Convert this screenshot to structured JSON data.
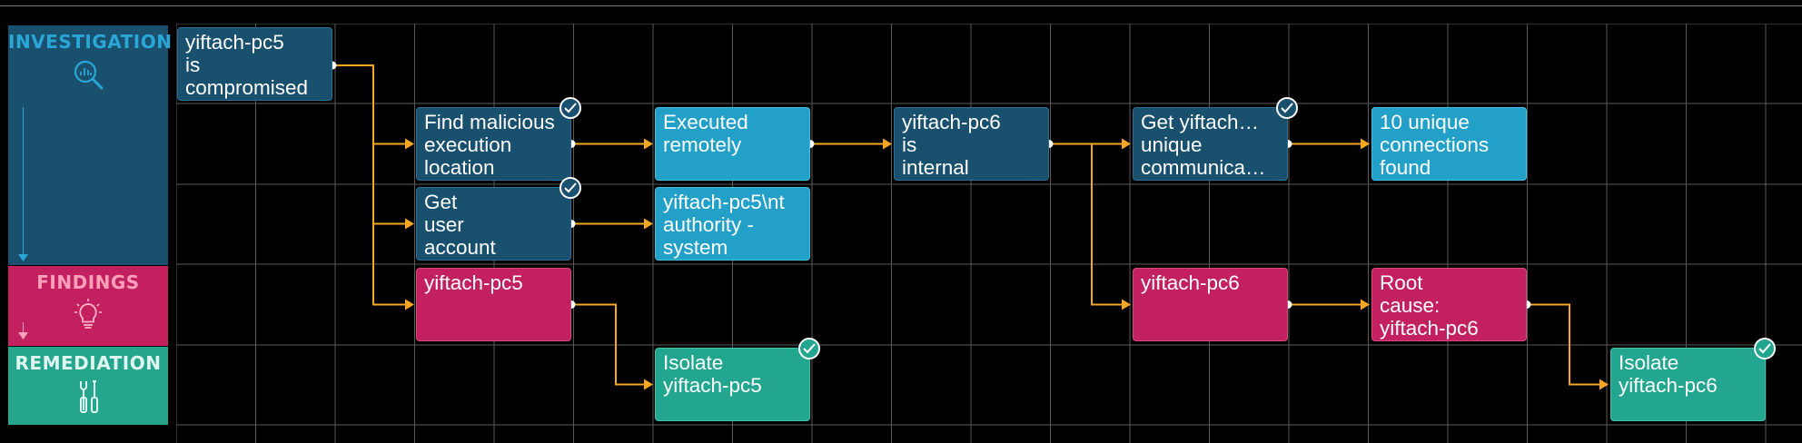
{
  "lanes": {
    "investigation": {
      "title": "INVESTIGATION",
      "icon": "magnifier-chart-icon"
    },
    "findings": {
      "title": "FINDINGS",
      "icon": "lightbulb-icon"
    },
    "remediation": {
      "title": "REMEDIATION",
      "icon": "tools-icon"
    }
  },
  "nodes": {
    "n1": {
      "lines": [
        "yiftach-pc5",
        "is",
        "compromised"
      ],
      "style": "dark",
      "checked": false
    },
    "n2": {
      "lines": [
        "Find malicious",
        "execution",
        "location"
      ],
      "style": "dark",
      "checked": true
    },
    "n3": {
      "lines": [
        "Executed",
        "remotely"
      ],
      "style": "light",
      "checked": false
    },
    "n4": {
      "lines": [
        "yiftach-pc6",
        "is",
        "internal"
      ],
      "style": "dark",
      "checked": false
    },
    "n5": {
      "lines": [
        "Get yiftach…",
        "unique",
        "communica…"
      ],
      "style": "dark",
      "checked": true
    },
    "n6": {
      "lines": [
        "10 unique",
        "connections",
        "found"
      ],
      "style": "light",
      "checked": false
    },
    "n7": {
      "lines": [
        "Get",
        "user",
        "account"
      ],
      "style": "dark",
      "checked": true
    },
    "n8": {
      "lines": [
        "yiftach-pc5\\nt",
        "authority -",
        "system"
      ],
      "style": "light",
      "checked": false
    },
    "n9": {
      "lines": [
        "yiftach-pc5"
      ],
      "style": "pink",
      "checked": false
    },
    "n10": {
      "lines": [
        "yiftach-pc6"
      ],
      "style": "pink",
      "checked": false
    },
    "n11": {
      "lines": [
        "Root",
        "cause:",
        "yiftach-pc6"
      ],
      "style": "pink",
      "checked": false
    },
    "n12": {
      "lines": [
        "Isolate",
        "yiftach-pc5"
      ],
      "style": "teal",
      "checked": true
    },
    "n13": {
      "lines": [
        "Isolate",
        "yiftach-pc6"
      ],
      "style": "teal",
      "checked": true
    }
  },
  "connections": [
    [
      "n1",
      "n2"
    ],
    [
      "n1",
      "n7"
    ],
    [
      "n1",
      "n9"
    ],
    [
      "n2",
      "n3"
    ],
    [
      "n3",
      "n4"
    ],
    [
      "n4",
      "n5"
    ],
    [
      "n4",
      "n10"
    ],
    [
      "n5",
      "n6"
    ],
    [
      "n7",
      "n8"
    ],
    [
      "n9",
      "n12"
    ],
    [
      "n10",
      "n11"
    ],
    [
      "n11",
      "n13"
    ]
  ],
  "colors": {
    "connector": "#f5a623",
    "grid": "#5a5a5a",
    "check_border": "#ffffff"
  }
}
